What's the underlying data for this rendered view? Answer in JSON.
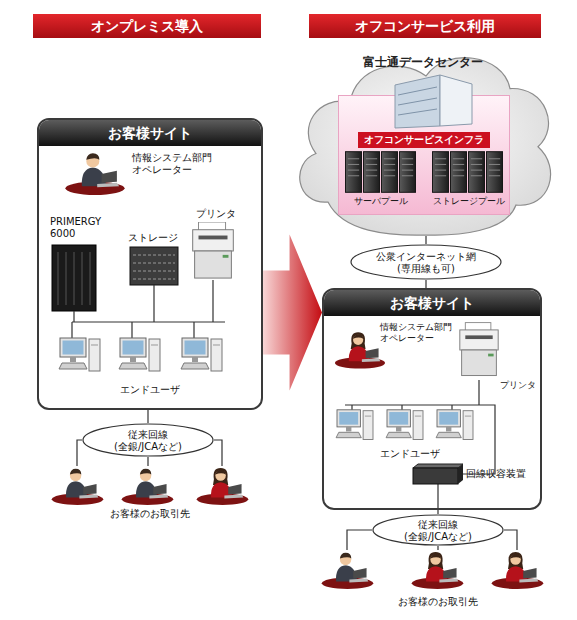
{
  "diagram": {
    "nodes": [
      {
        "text": [
          "オンプレミス導入"
        ]
      },
      {
        "text": [
          "お客様サイト"
        ]
      },
      {
        "text": [
          "従来回線 (全銀/JCAなど)"
        ]
      },
      {
        "text": [
          "オフコンサービス利用"
        ]
      },
      {
        "text": [
          "富士通データセンター"
        ]
      },
      {
        "text": [
          "オフコンサービスインフラ"
        ],
        "in": 4
      },
      {
        "text": [
          "公衆インターネット網 (専用線も可)"
        ]
      },
      {
        "text": [
          "お客様サイト"
        ]
      },
      {
        "text": [
          "従来回線 (全銀/JCAなど)"
        ]
      }
    ],
    "edges": [
      {
        "from": 1,
        "to": 2,
        "arrow": "none"
      },
      {
        "from": 4,
        "to": 6,
        "arrow": "none"
      },
      {
        "from": 6,
        "to": 7,
        "arrow": "none"
      },
      {
        "from": 7,
        "to": 8,
        "arrow": "none"
      },
      {
        "from": 1,
        "to": 7,
        "arrow": "to"
      }
    ],
    "labels": [
      "情報システム部門 オペレーター",
      "PRIMERGY 6000",
      "ストレージ",
      "プリンタ",
      "エンドユーザ",
      "お客様のお取引先",
      "サーバプール",
      "ストレージプール",
      "情報システム部門 オペレーター",
      "プリンタ",
      "エンドユーザ",
      "回線収容装置",
      "お客様のお取引先"
    ]
  }
}
